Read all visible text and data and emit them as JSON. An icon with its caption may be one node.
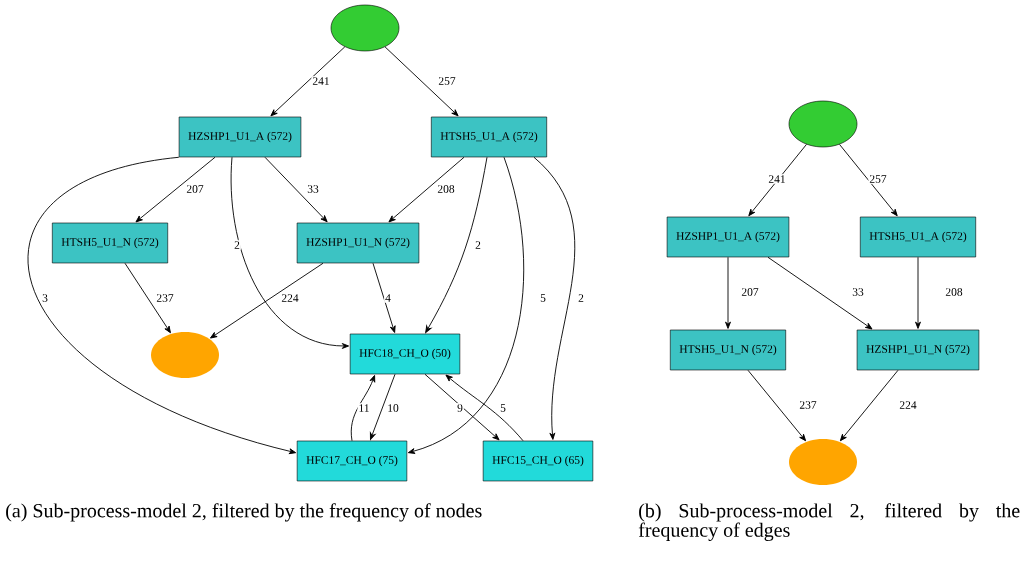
{
  "diagram": {
    "nodes": [
      {
        "text": [],
        "shape": "ellipse"
      },
      {
        "text": [
          "HZSHP1_U1_A (572)"
        ]
      },
      {
        "text": [
          "HTSH5_U1_A (572)"
        ]
      },
      {
        "text": [
          "HTSH5_U1_N (572)"
        ]
      },
      {
        "text": [
          "HZSHP1_U1_N (572)"
        ]
      },
      {
        "text": [],
        "shape": "ellipse"
      },
      {
        "text": [
          "HFC18_CH_O (50)"
        ]
      },
      {
        "text": [
          "HFC17_CH_O (75)"
        ]
      },
      {
        "text": [
          "HFC15_CH_O (65)"
        ]
      },
      {
        "text": [],
        "shape": "ellipse"
      },
      {
        "text": [
          "HZSHP1_U1_A (572)"
        ]
      },
      {
        "text": [
          "HTSH5_U1_A (572)"
        ]
      },
      {
        "text": [
          "HTSH5_U1_N (572)"
        ]
      },
      {
        "text": [
          "HZSHP1_U1_N (572)"
        ]
      },
      {
        "text": [],
        "shape": "ellipse"
      }
    ],
    "edges": [
      {
        "from": 0,
        "to": 1,
        "arrow": "to",
        "label": "241"
      },
      {
        "from": 0,
        "to": 2,
        "arrow": "to",
        "label": "257"
      },
      {
        "from": 1,
        "to": 3,
        "arrow": "to",
        "label": "207"
      },
      {
        "from": 1,
        "to": 4,
        "arrow": "to",
        "label": "33"
      },
      {
        "from": 2,
        "to": 4,
        "arrow": "to",
        "label": "208"
      },
      {
        "from": 1,
        "to": 6,
        "arrow": "to",
        "label": "2"
      },
      {
        "from": 1,
        "to": 7,
        "arrow": "to",
        "label": "3"
      },
      {
        "from": 3,
        "to": 5,
        "arrow": "to",
        "label": "237"
      },
      {
        "from": 4,
        "to": 5,
        "arrow": "to",
        "label": "224"
      },
      {
        "from": 4,
        "to": 6,
        "arrow": "to",
        "label": "4"
      },
      {
        "from": 2,
        "to": 6,
        "arrow": "to",
        "label": "2"
      },
      {
        "from": 2,
        "to": 7,
        "arrow": "to",
        "label": "5"
      },
      {
        "from": 2,
        "to": 8,
        "arrow": "to",
        "label": "2"
      },
      {
        "from": 7,
        "to": 6,
        "arrow": "to",
        "label": "11"
      },
      {
        "from": 6,
        "to": 7,
        "arrow": "to",
        "label": "10"
      },
      {
        "from": 6,
        "to": 8,
        "arrow": "to",
        "label": "9"
      },
      {
        "from": 8,
        "to": 6,
        "arrow": "to",
        "label": "5"
      },
      {
        "from": 9,
        "to": 10,
        "arrow": "to",
        "label": "241"
      },
      {
        "from": 9,
        "to": 11,
        "arrow": "to",
        "label": "257"
      },
      {
        "from": 10,
        "to": 12,
        "arrow": "to",
        "label": "207"
      },
      {
        "from": 10,
        "to": 13,
        "arrow": "to",
        "label": "33"
      },
      {
        "from": 11,
        "to": 13,
        "arrow": "to",
        "label": "208"
      },
      {
        "from": 12,
        "to": 14,
        "arrow": "to",
        "label": "237"
      },
      {
        "from": 13,
        "to": 14,
        "arrow": "to",
        "label": "224"
      }
    ],
    "labels": [
      "(a) Sub-process-model 2, filtered by the frequency of nodes",
      "(b) Sub-process-model 2, filtered by the frequency of edges"
    ]
  }
}
